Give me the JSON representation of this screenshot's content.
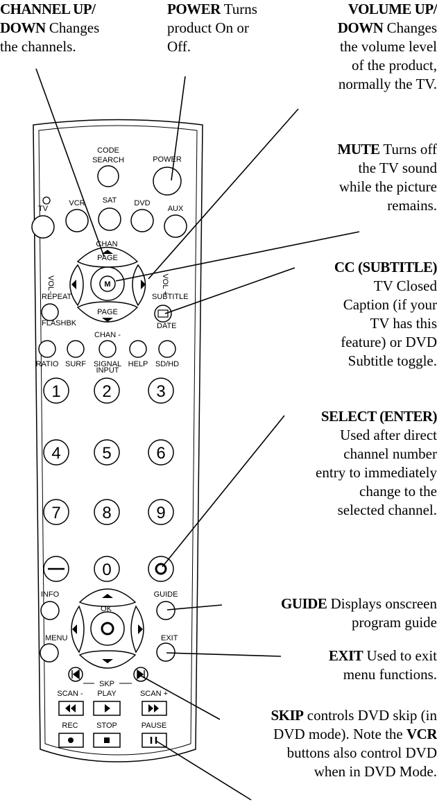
{
  "annotations": {
    "channel": {
      "title": "CHANNEL UP/",
      "title2": "DOWN",
      "text": " Changes",
      "text2": "the channels."
    },
    "power": {
      "title": "POWER",
      "text": " Turns",
      "text2": "product On or",
      "text3": "Off."
    },
    "volume": {
      "title": "VOLUME UP/",
      "title2": "DOWN",
      "text": " Changes",
      "text2": "the volume level",
      "text3": "of the product,",
      "text4": "normally the TV."
    },
    "mute": {
      "title": "MUTE",
      "text": " Turns off",
      "text2": "the TV sound",
      "text3": "while the picture",
      "text4": "remains."
    },
    "cc": {
      "title": "CC (SUBTITLE)",
      "text": "TV Closed",
      "text2": "Caption (if your",
      "text3": "TV has this",
      "text4": "feature) or DVD",
      "text5": "Subtitle toggle."
    },
    "select": {
      "title": "SELECT (ENTER)",
      "text": "Used after direct",
      "text2": "channel number",
      "text3": "entry to immediately",
      "text4": "change to the",
      "text5": "selected channel."
    },
    "guide": {
      "title": "GUIDE",
      "text": " Displays onscreen",
      "text2": "program guide"
    },
    "exit": {
      "title": "EXIT",
      "text": " Used to exit",
      "text2": "menu functions."
    },
    "skip": {
      "title": "SKIP",
      "text": " controls DVD skip (in",
      "text2": "DVD mode). Note the ",
      "title2": "VCR",
      "text3": "buttons also control DVD",
      "text4": "when in DVD Mode."
    }
  },
  "remote": {
    "code_search": "CODE",
    "code_search2": "SEARCH",
    "power": "POWER",
    "tv": "TV",
    "vcr": "VCR",
    "sat": "SAT",
    "dvd": "DVD",
    "aux": "AUX",
    "chan_top": "CHAN",
    "page_top": "PAGE",
    "page_bottom": "PAGE",
    "chan_bottom": "CHAN -",
    "vol_minus": "VOL-",
    "vol_plus": "VOL +",
    "mute": "M",
    "repeat": "REPEAT",
    "flashbk": "FLASHBK",
    "subtitle": "SUBTITLE",
    "date": "DATE",
    "ratio": "RATIO",
    "surf": "SURF",
    "signal": "SIGNAL",
    "input": "INPUT",
    "help": "HELP",
    "sdhd": "SD/HD",
    "digits": [
      "1",
      "2",
      "3",
      "4",
      "5",
      "6",
      "7",
      "8",
      "9",
      "0"
    ],
    "info": "INFO",
    "guide": "GUIDE",
    "ok": "OK",
    "menu": "MENU",
    "exit": "EXIT",
    "skp": "SKP",
    "scan_minus": "SCAN -",
    "play": "PLAY",
    "scan_plus": "SCAN +",
    "rec": "REC",
    "stop": "STOP",
    "pause": "PAUSE"
  }
}
